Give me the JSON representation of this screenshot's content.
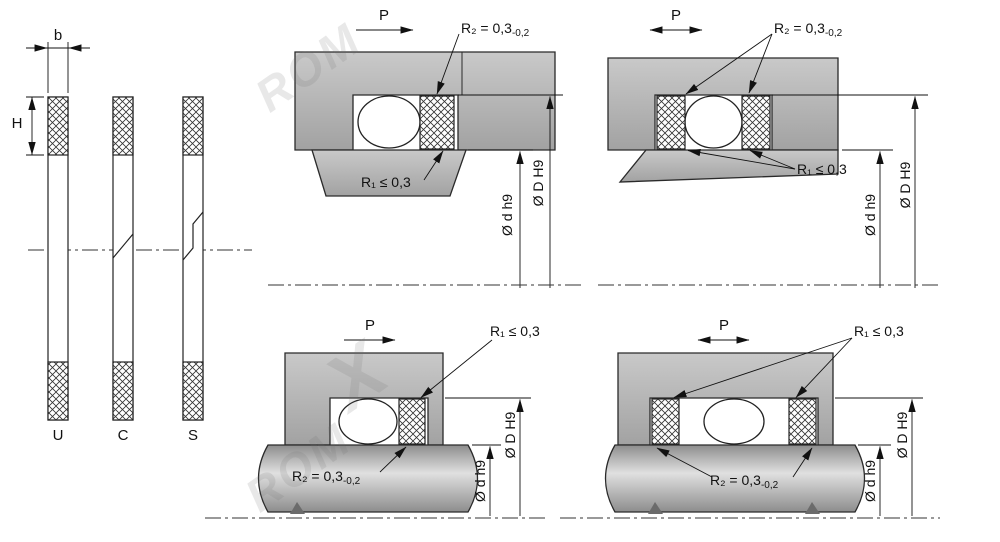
{
  "profiles": {
    "width_dim": "b",
    "height_dim": "H",
    "ring_types": [
      "U",
      "C",
      "S"
    ]
  },
  "annotations": {
    "pressure": "P",
    "r2_base": "R₂ = 0,3",
    "r2_tolerance": "-0,2",
    "r1": "R₁ ≤ 0,3",
    "rod_diameter": "Ø d h9",
    "bore_diameter": "Ø D H9"
  },
  "watermark": {
    "word": "ROM",
    "letter": "X"
  },
  "colors": {
    "metal_light": "#c9c9c9",
    "metal_dark": "#a2a2a2",
    "shaft_light": "#e0e0e0",
    "shaft_dark": "#8d8d8d",
    "line": "#1a1a1a"
  }
}
